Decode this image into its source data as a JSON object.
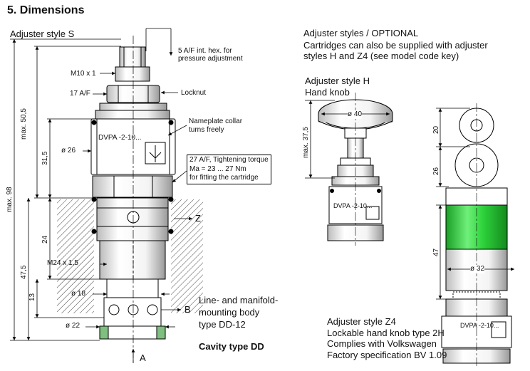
{
  "section_title": "5.  Dimensions",
  "left": {
    "adjuster_style_label": "Adjuster style S",
    "hex_note_line1": "5 A/F int. hex. for",
    "hex_note_line2": "pressure adjustment",
    "thread_top": "M10 x 1",
    "af17": "17 A/F",
    "locknut": "Locknut",
    "nameplate_line1": "Nameplate collar",
    "nameplate_line2": "turns freely",
    "model_text": "DVPA -2-10...",
    "dia26": "ø 26",
    "torque_line1": "27 A/F, Tightening torque",
    "torque_line2": "Ma = 23 ... 27 Nm",
    "torque_line3": "for fitting the cartridge",
    "dim_max98": "max. 98",
    "dim_max505": "max. 50,5",
    "dim_315": "31,5",
    "dim_24": "24",
    "dim_475": "47,5",
    "dim_13": "13",
    "port_z": "Z",
    "thread_m24": "M24 x 1,5",
    "dia18": "ø 18",
    "dia22": "ø 22",
    "port_b": "B",
    "port_a": "A",
    "body_line1": "Line- and manifold-",
    "body_line2": "mounting body",
    "body_line3": "type DD-12",
    "cavity": "Cavity type DD"
  },
  "right": {
    "optional_title": "Adjuster styles / OPTIONAL",
    "optional_line1": "Cartridges can also be supplied with adjuster",
    "optional_line2": "styles H and Z4 (see model code key)",
    "style_h_line1": "Adjuster style H",
    "style_h_line2": "Hand knob",
    "dia40": "ø 40",
    "max375": "max. 37,5",
    "model_text_h": "DVPA -2-10...",
    "dim_20": "20",
    "dim_26": "26",
    "dim_47": "47",
    "dia32": "ø 32",
    "model_text_z4": "DVPA -2-10...",
    "z4_line1": "Adjuster style Z4",
    "z4_line2": "Lockable hand knob type 2H",
    "z4_line3": "Complies with Volkswagen",
    "z4_line4": "Factory specification BV 1.09"
  },
  "colors": {
    "green": "#22c22e",
    "seal_green": "#7fbf7f"
  }
}
